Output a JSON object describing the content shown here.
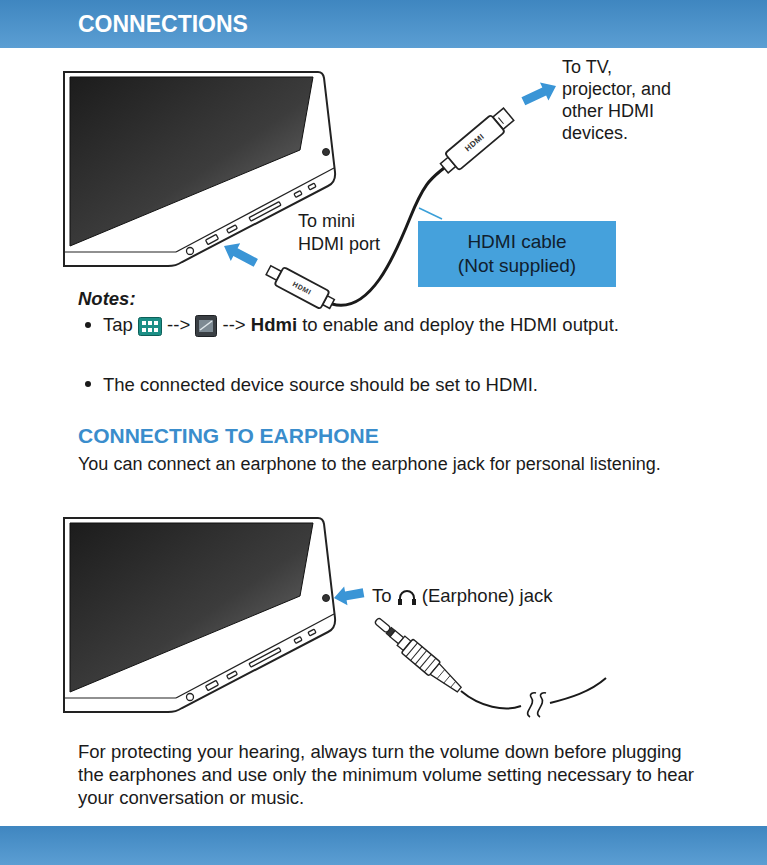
{
  "diagram": {
    "title": "CONNECTIONS",
    "nodes": [
      {
        "text": [
          "HDMI cable (Not supplied)"
        ]
      }
    ],
    "labels": [
      "To TV, projector, and other HDMI devices.",
      "HDMI",
      "To mini HDMI port",
      "HDMI",
      "Notes:",
      "Tap",
      "-->",
      "-->",
      "Hdmi",
      "to enable and deploy the HDMI output.",
      "The connected device source should be set to HDMI.",
      "CONNECTING TO EARPHONE",
      "You can connect an earphone to the earphone jack for personal listening.",
      "To",
      "(Earphone) jack",
      "For protecting your hearing, always turn the volume down before plugging the earphones and use only the minimum volume setting necessary to hear your conversation or music."
    ]
  }
}
